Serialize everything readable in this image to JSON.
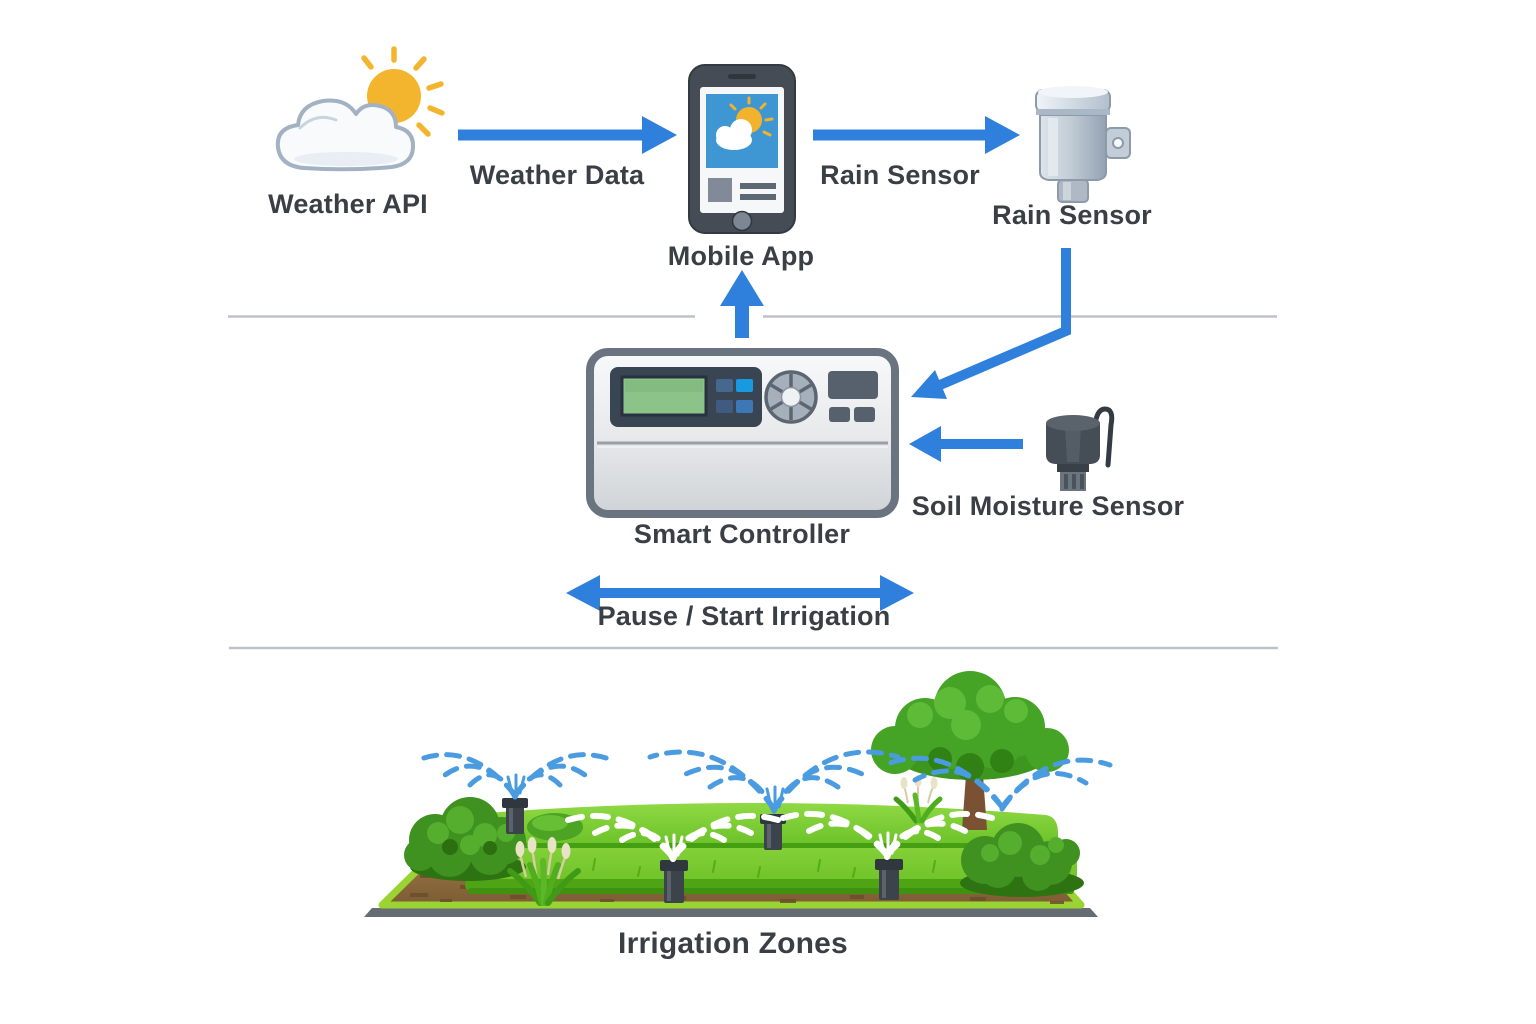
{
  "diagram": {
    "nodes": {
      "weather_api": {
        "label": "Weather API",
        "icon": "cloud-sun-icon"
      },
      "mobile_app": {
        "label": "Mobile App",
        "icon": "smartphone-icon"
      },
      "rain_sensor": {
        "label": "Rain Sensor",
        "icon": "rain-sensor-icon"
      },
      "smart_controller": {
        "label": "Smart Controller",
        "icon": "irrigation-controller-icon"
      },
      "soil_moisture_sensor": {
        "label": "Soil Moisture Sensor",
        "icon": "soil-moisture-sensor-icon"
      },
      "irrigation_zones": {
        "label": "Irrigation Zones",
        "icon": "garden-sprinklers-illustration"
      }
    },
    "flows": {
      "weather_data": {
        "label": "Weather Data",
        "from": "weather_api",
        "to": "mobile_app"
      },
      "rain_link": {
        "label": "Rain Sensor",
        "from": "mobile_app",
        "to": "rain_sensor"
      },
      "rain_to_controller": {
        "from": "rain_sensor",
        "to": "smart_controller"
      },
      "controller_to_app": {
        "from": "smart_controller",
        "to": "mobile_app"
      },
      "soil_to_controller": {
        "from": "soil_moisture_sensor",
        "to": "smart_controller"
      },
      "pause_start": {
        "label": "Pause / Start Irrigation",
        "bidirectional": true
      }
    },
    "colors": {
      "arrow_blue": "#2f80dc",
      "water_blue": "#4a9be0",
      "water_white": "#ffffff",
      "divider_gray": "#bdc2ca",
      "label_text": "#3a3f46",
      "grass_green": "#74c72c",
      "soil_brown": "#8d6b3e",
      "lcd_green": "#8cc389",
      "sun_yellow": "#f3b42c"
    }
  }
}
